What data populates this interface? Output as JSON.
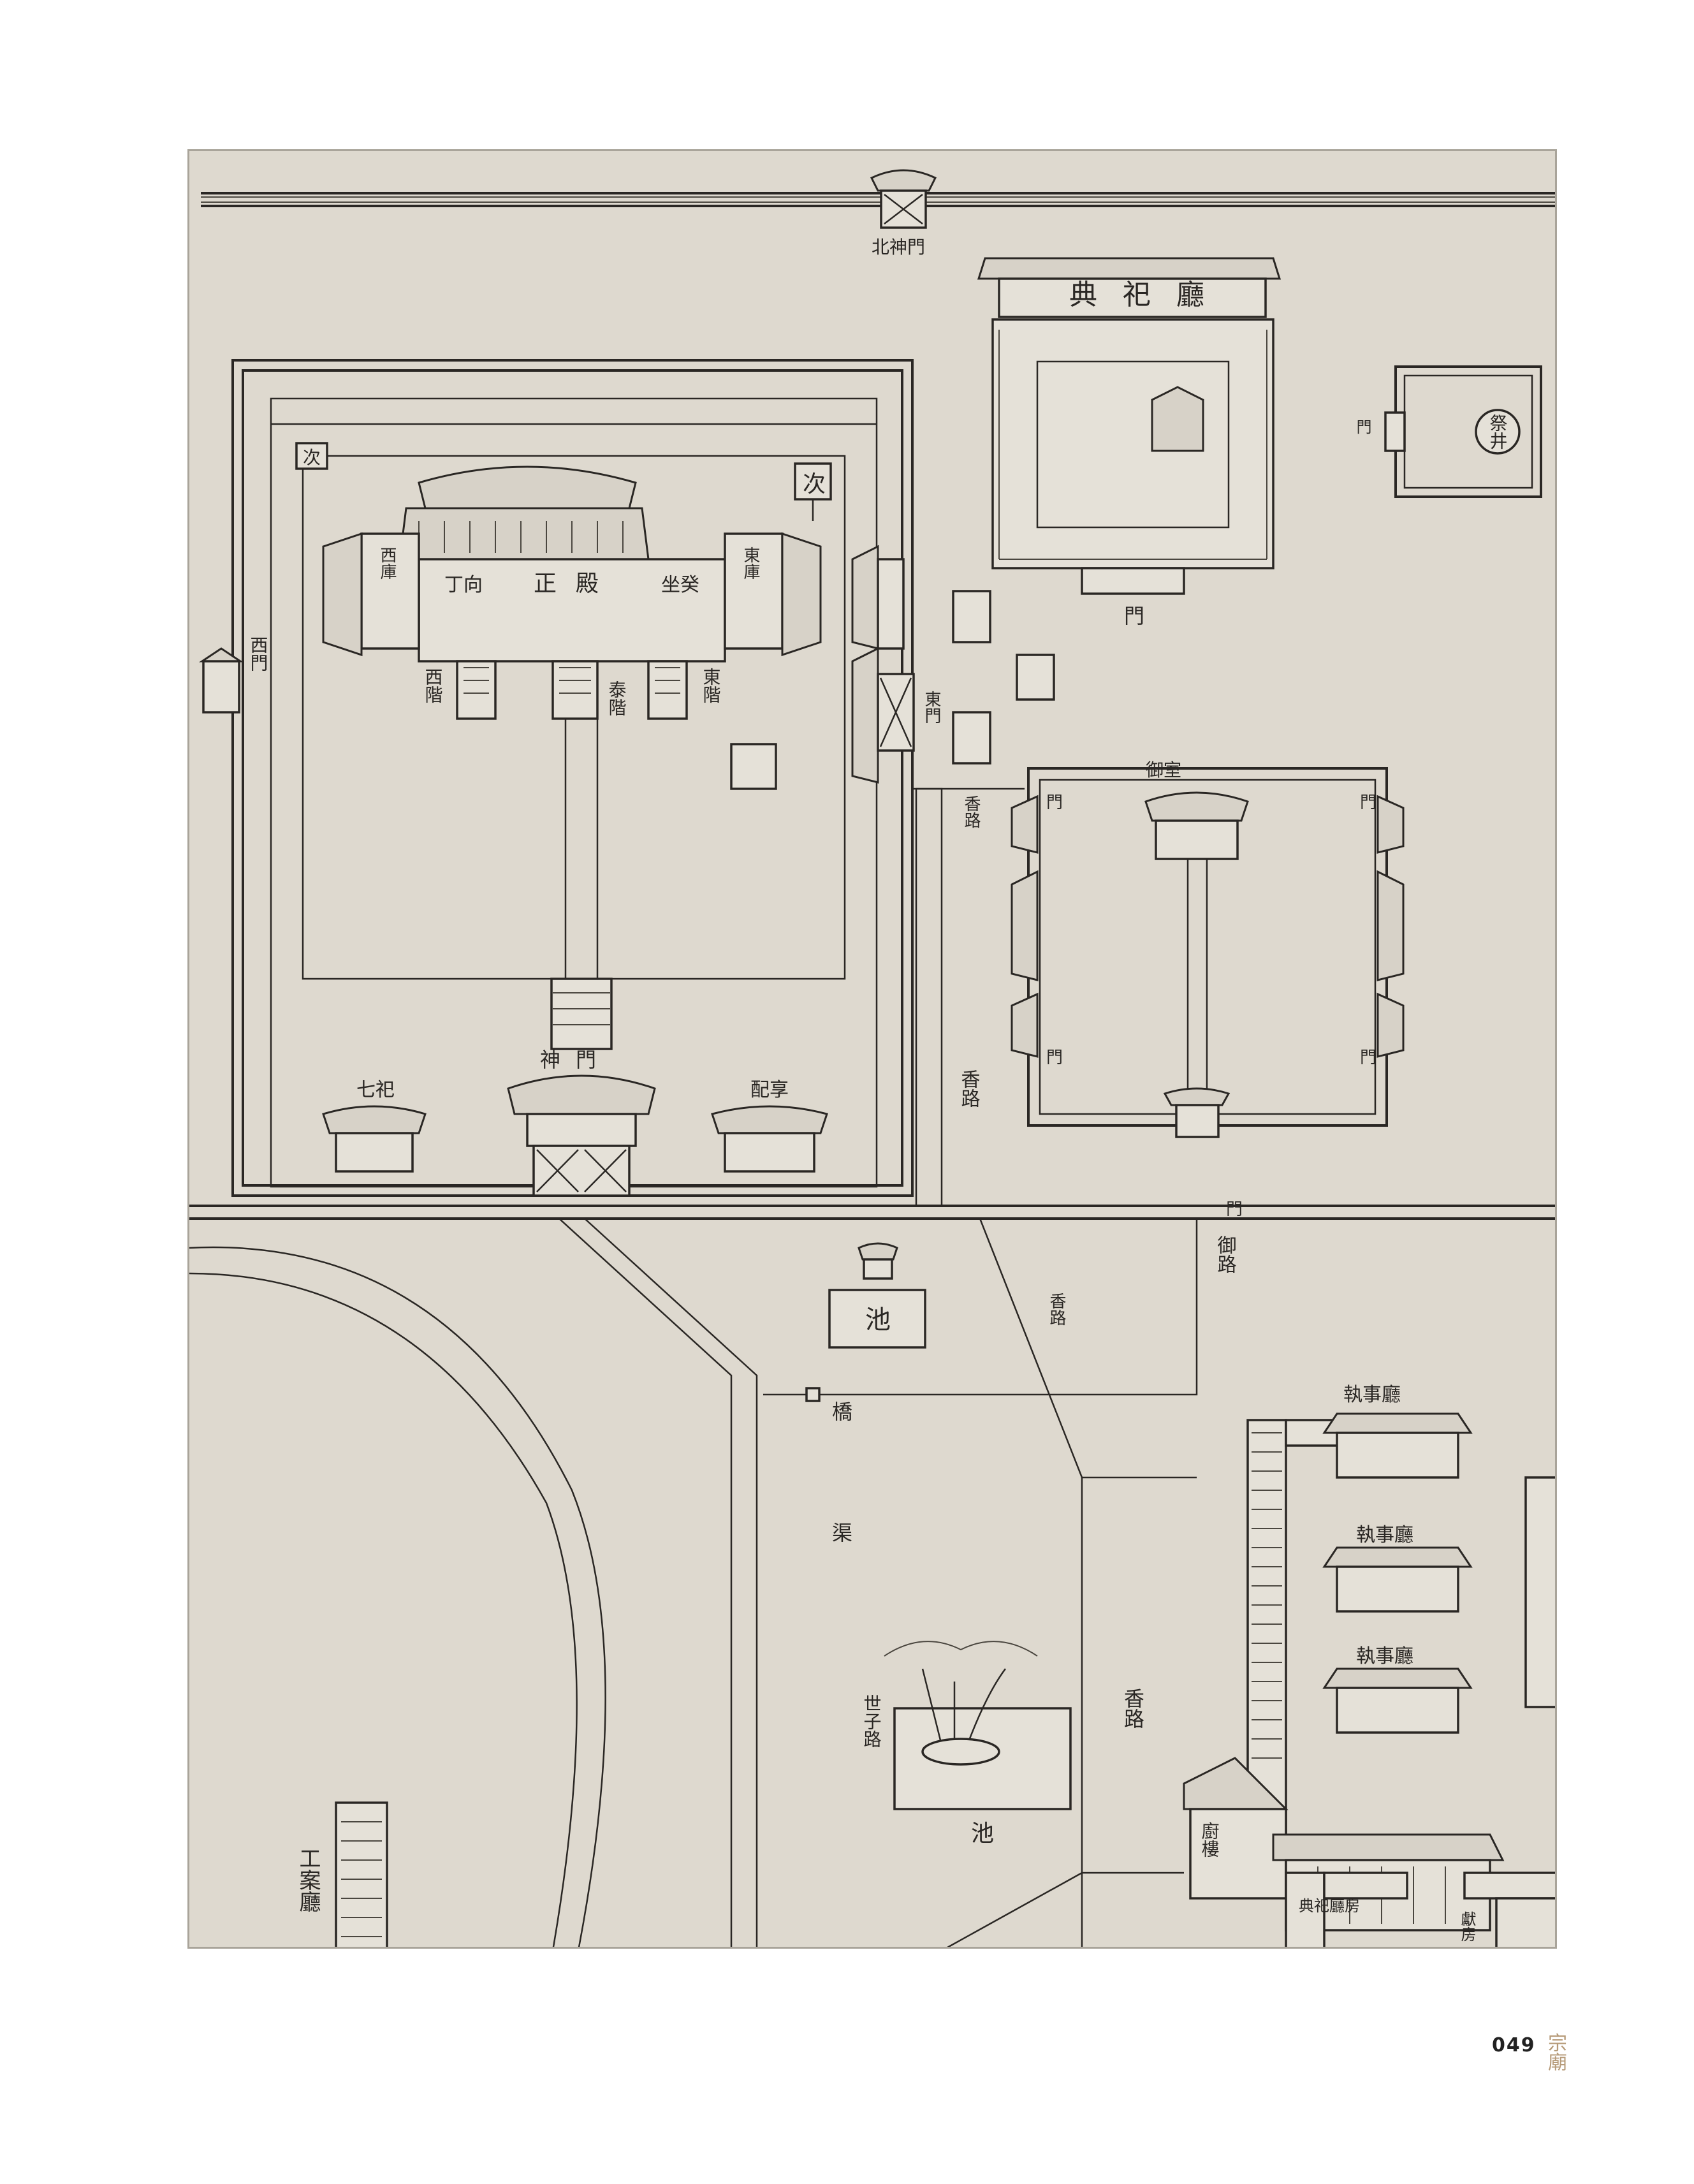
{
  "page": {
    "number": "049",
    "section_title": "宗廟"
  },
  "map": {
    "labels": {
      "north_gate": "北神門",
      "dianshi_hall": "典祀廳",
      "dianshi_gate": "門",
      "well": "祭井",
      "well_gate": "門",
      "main_hall": "正殿",
      "main_hall_facing": "丁向",
      "sitting_position": "坐癸",
      "west_stair": "西階",
      "east_stair": "東階",
      "tae_stair": "泰階",
      "west_wing": "西庫",
      "east_wing": "東庫",
      "ci_tent_west": "次",
      "ci_tent_east": "次",
      "west_gate": "西門",
      "shen_gate": "神門",
      "qisi_shrine": "七祀",
      "peixiang_hall": "配享",
      "east_gate": "東門",
      "xiang_road_1": "香路",
      "xiang_road_2": "香路",
      "xiang_road_3": "香路",
      "xiang_road_4": "香路",
      "yu_road": "御路",
      "seja_road": "世子路",
      "bridge": "橋",
      "canal": "渠",
      "pond_1": "池",
      "pond_2": "池",
      "zhishi_hall_1": "執事廳",
      "zhishi_hall_2": "執事廳",
      "zhishi_hall_3": "執事廳",
      "kitchen_building": "廚樓",
      "kitchen_rooms": "典祀廳房",
      "gongren_hall": "工案廳",
      "yu_shi": "御室",
      "offering_room": "獻房",
      "gate_1": "門",
      "gate_2": "門",
      "gate_3": "門",
      "gate_4": "門",
      "gate_5": "門"
    }
  }
}
